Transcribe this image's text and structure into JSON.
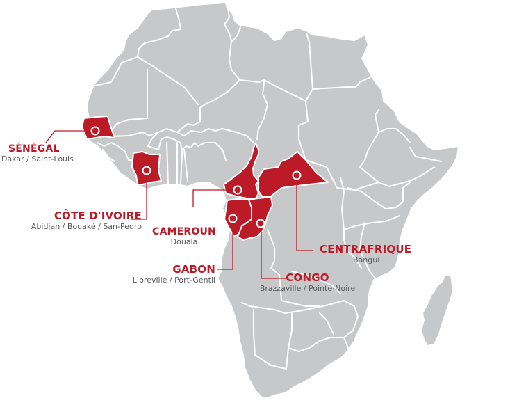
{
  "map": {
    "colors": {
      "land": "#c7c8ca",
      "highlight": "#bd1a28",
      "border": "#ffffff",
      "city_text": "#58595b"
    },
    "locations": [
      {
        "id": "senegal",
        "country": "SÉNÉGAL",
        "cities": "Dakar / Saint-Louis"
      },
      {
        "id": "cote-divoire",
        "country": "CÔTE D'IVOIRE",
        "cities": "Abidjan / Bouaké / San-Pedro"
      },
      {
        "id": "cameroun",
        "country": "CAMEROUN",
        "cities": "Douala"
      },
      {
        "id": "gabon",
        "country": "GABON",
        "cities": "Libreville / Port-Gentil"
      },
      {
        "id": "congo",
        "country": "CONGO",
        "cities": "Brazzaville / Pointe-Noire"
      },
      {
        "id": "centrafrique",
        "country": "CENTRAFRIQUE",
        "cities": "Bangui"
      }
    ]
  }
}
